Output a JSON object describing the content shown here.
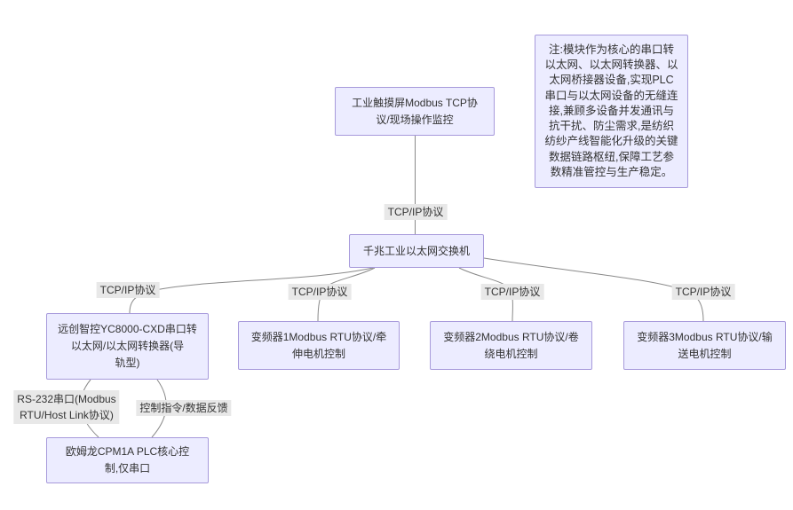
{
  "theme": {
    "bg": "#ffffff",
    "node_fill": "#ECECFF",
    "node_border": "#A79ADB",
    "edge_color": "#8a8a8a",
    "label_bg": "#e8e8e8",
    "text_color": "#333333"
  },
  "nodes": {
    "hmi": {
      "lines": [
        "工业触摸屏Modbus TCP协",
        "议/现场操作监控"
      ]
    },
    "switch": {
      "lines": [
        "千兆工业以太网交换机"
      ]
    },
    "converter": {
      "lines": [
        "远创智控YC8000-CXD串口转",
        "以太网/以太网转换器(导",
        "轨型)"
      ]
    },
    "inverter1": {
      "lines": [
        "变频器1Modbus RTU协议/牵",
        "伸电机控制"
      ]
    },
    "inverter2": {
      "lines": [
        "变频器2Modbus RTU协议/卷",
        "绕电机控制"
      ]
    },
    "inverter3": {
      "lines": [
        "变频器3Modbus RTU协议/输",
        "送电机控制"
      ]
    },
    "plc": {
      "lines": [
        "欧姆龙CPM1A PLC核心控",
        "制,仅串口"
      ]
    },
    "note": {
      "lines": [
        "注:模块作为核心的串口转",
        "以太网、以太网转换器、以",
        "太网桥接器设备,实现PLC",
        "串口与以太网设备的无缝连",
        "接,兼顾多设备并发通讯与",
        "抗干扰、防尘需求,是纺织",
        "纺纱产线智能化升级的关键",
        "数据链路枢纽,保障工艺参",
        "数精准管控与生产稳定。"
      ]
    }
  },
  "edge_labels": {
    "hmi_to_switch": "TCP/IP协议",
    "switch_to_converter": "TCP/IP协议",
    "switch_to_inverter1": "TCP/IP协议",
    "switch_to_inverter2": "TCP/IP协议",
    "switch_to_inverter3": "TCP/IP协议",
    "converter_to_plc_serial": [
      "RS-232串口(Modbus",
      "RTU/Host Link协议)"
    ],
    "converter_to_plc_data": "控制指令/数据反馈"
  }
}
